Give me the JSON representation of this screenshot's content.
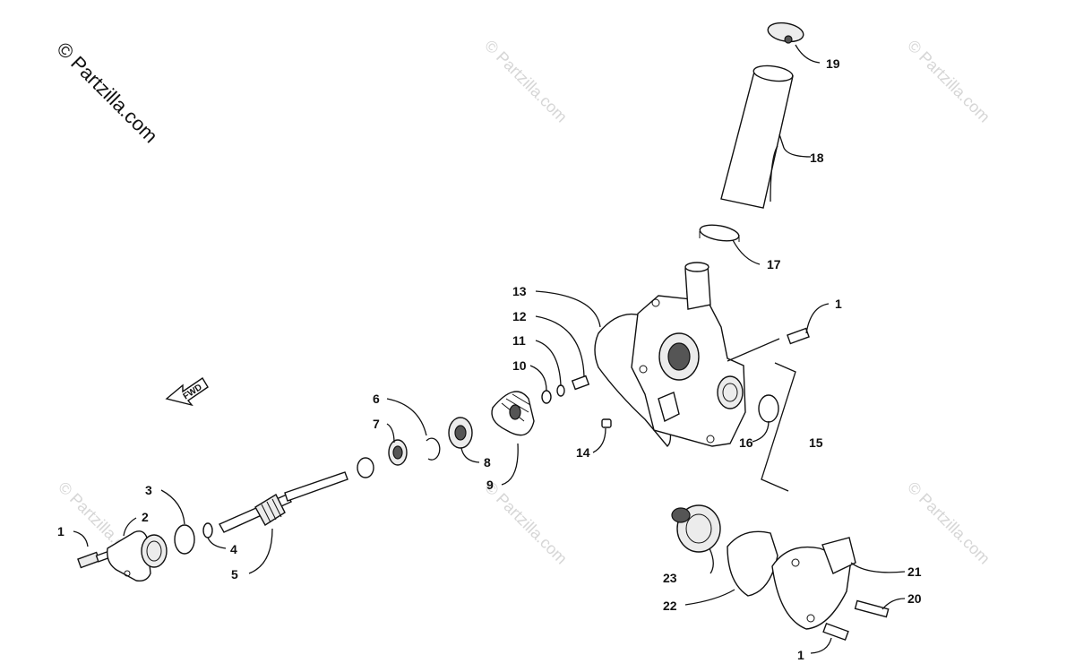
{
  "copyright": "© Partzilla.com",
  "watermark": "© Partzilla.com",
  "fwd_label": "FWD",
  "callouts": {
    "c1a": "1",
    "c1b": "1",
    "c1c": "1",
    "c2": "2",
    "c3": "3",
    "c4": "4",
    "c5": "5",
    "c6": "6",
    "c7": "7",
    "c8": "8",
    "c9": "9",
    "c10": "10",
    "c11": "11",
    "c12": "12",
    "c13": "13",
    "c14": "14",
    "c15": "15",
    "c16": "16",
    "c17": "17",
    "c18": "18",
    "c19": "19",
    "c20": "20",
    "c21": "21",
    "c22": "22",
    "c23": "23"
  }
}
